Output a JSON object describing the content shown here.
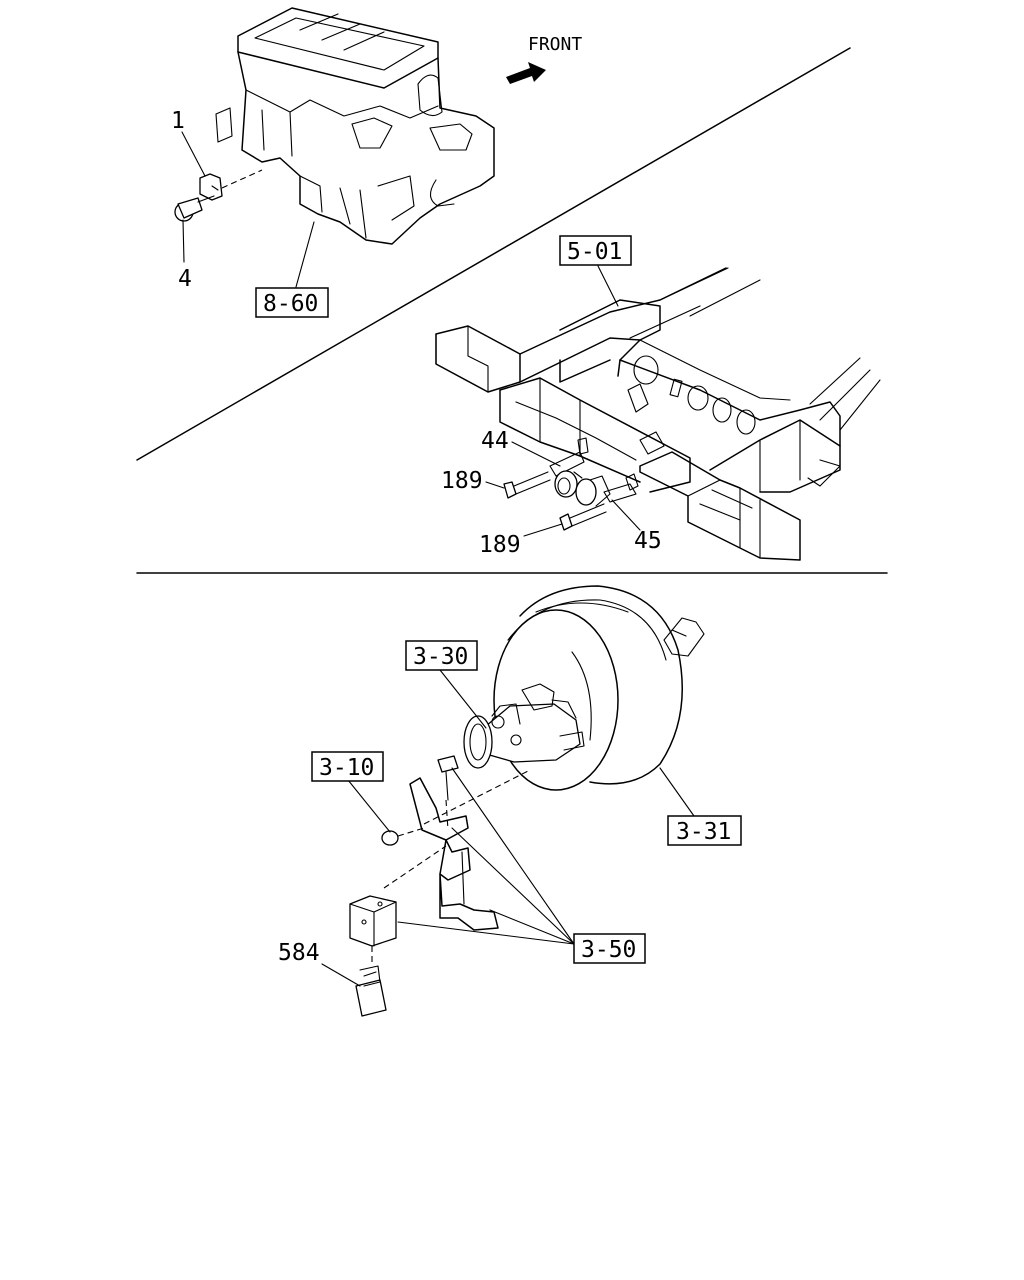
{
  "direction_label": "FRONT",
  "callouts": {
    "c1": "1",
    "c4": "4",
    "c860": "8-60",
    "c501": "5-01",
    "c44": "44",
    "c189a": "189",
    "c189b": "189",
    "c45": "45",
    "c330": "3-30",
    "c310": "3-10",
    "c331": "3-31",
    "c350": "3-50",
    "c584": "584"
  },
  "colors": {
    "ink": "#000000",
    "paper": "#ffffff"
  }
}
